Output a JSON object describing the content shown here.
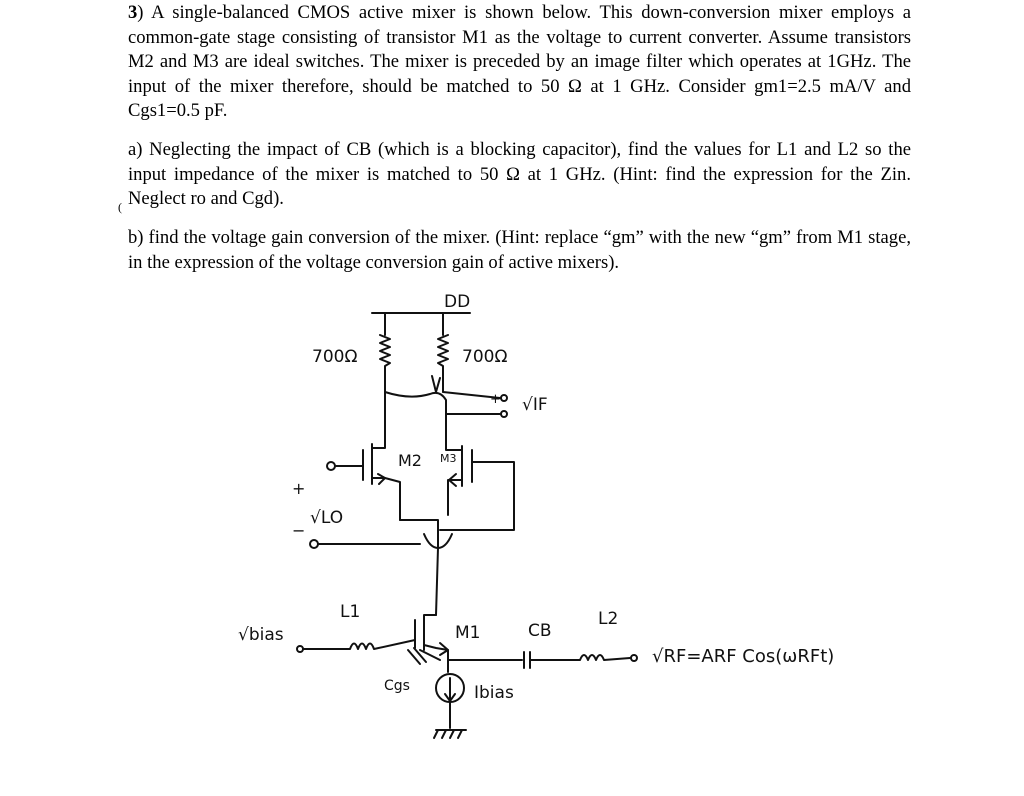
{
  "problem": {
    "number": "3",
    "intro": ") A single-balanced CMOS active mixer is shown below. This down-conversion mixer employs a common-gate stage consisting of transistor M1 as the voltage to current converter. Assume transistors M2 and M3 are ideal switches. The mixer is preceded by an image filter which operates at 1GHz. The input of the mixer therefore, should be matched to 50 Ω at 1 GHz. Consider gm1=2.5 mA/V and Cgs1=0.5 pF.",
    "part_a": "a) Neglecting the impact of CB (which is a blocking capacitor), find the values for L1 and L2 so the input impedance of the mixer is matched to 50 Ω at 1 GHz. (Hint: find the expression for the Zin. Neglect ro and Cgd).",
    "part_b": "b) find the voltage gain conversion of the mixer. (Hint: replace “gm” with the new “gm” from M1 stage, in the expression of the voltage conversion gain of active mixers)."
  },
  "circuit_labels": {
    "vdd": "DD",
    "r_left": "700Ω",
    "r_right": "700Ω",
    "vif_plus": "+",
    "vif_minus": "−",
    "vif": "√IF",
    "m2": "M2",
    "m3": "M3",
    "lo_plus": "+",
    "lo_minus": "−",
    "vlo": "√LO",
    "vbias": "√bias",
    "l1": "L1",
    "m1": "M1",
    "cb": "CB",
    "l2": "L2",
    "vrf": "√RF=ARF Cos(ωRFt)",
    "cgs": "Cgs",
    "ibias": "Ibias"
  }
}
